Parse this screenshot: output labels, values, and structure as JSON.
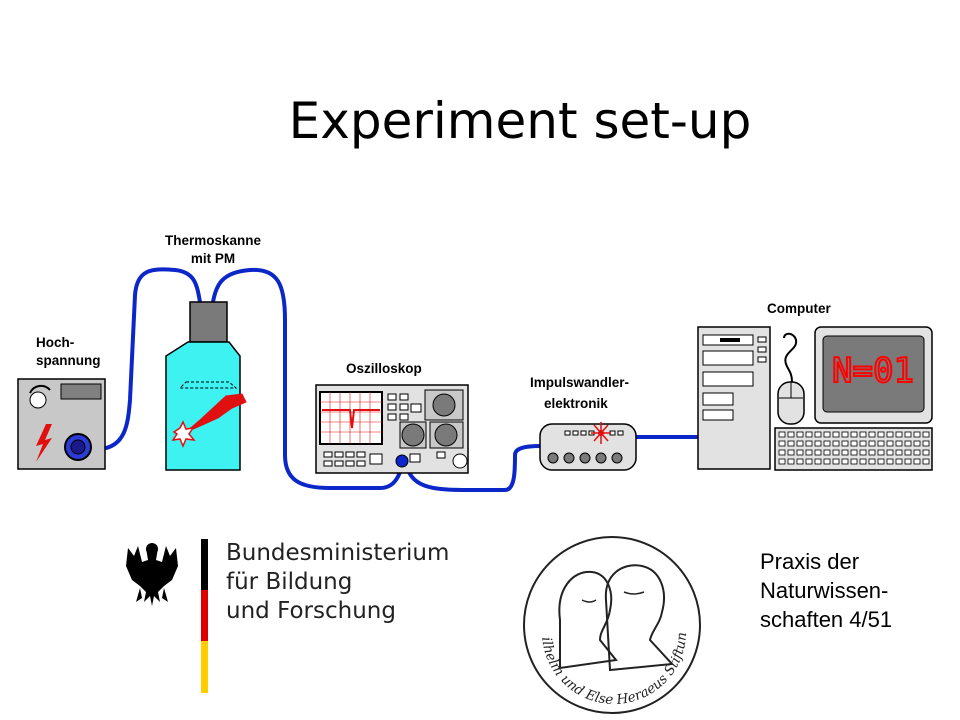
{
  "title": "Experiment set-up",
  "labels": {
    "high_voltage_line1": "Hoch-",
    "high_voltage_line2": "spannung",
    "thermos_line1": "Thermoskanne",
    "thermos_line2": "mit PM",
    "oscilloscope": "Oszilloskop",
    "converter_line1": "Impulswandler-",
    "converter_line2": "elektronik",
    "computer": "Computer",
    "screen_readout": "N=01"
  },
  "ministry": {
    "line1": "Bundesministerium",
    "line2": "für Bildung",
    "line3": "und Forschung"
  },
  "foundation_seal_text": "Wilhelm und Else Heraeus Stiftung",
  "footer_note": {
    "line1": "Praxis der",
    "line2": "Naturwissen-",
    "line3": "schaften 4/51"
  },
  "colors": {
    "cable": "#0b27c9",
    "thermos_fill": "#3ff2f2",
    "signal_red": "#e01010",
    "screen_red": "#ff0000",
    "flag_black": "#000000",
    "flag_red": "#dd0000",
    "flag_gold": "#ffce00"
  }
}
